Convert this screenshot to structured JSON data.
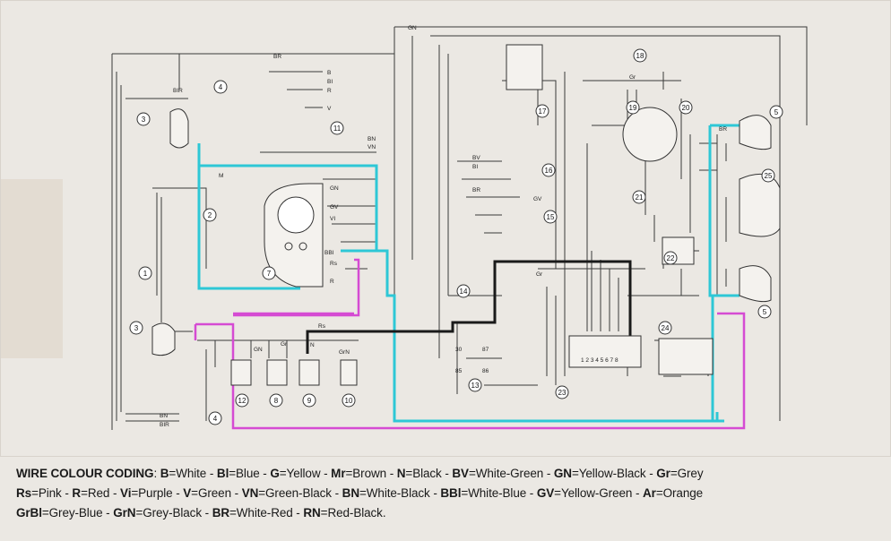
{
  "diagram": {
    "component_numbers": [
      "1",
      "2",
      "3",
      "3",
      "4",
      "4",
      "5",
      "5",
      "7",
      "8",
      "9",
      "10",
      "11",
      "12",
      "13",
      "14",
      "15",
      "16",
      "17",
      "18",
      "19",
      "20",
      "21",
      "22",
      "23",
      "24",
      "25"
    ],
    "wire_labels": [
      "GN",
      "BR",
      "B",
      "BI",
      "R",
      "V",
      "BN",
      "VN",
      "BV",
      "BI",
      "BR",
      "GV",
      "GN",
      "GV",
      "VI",
      "BBI",
      "Rs",
      "R",
      "M",
      "GN",
      "Gr",
      "GrN",
      "N",
      "Rs",
      "BN",
      "BIR",
      "BIR",
      "BR",
      "Gr",
      "Gr"
    ],
    "connector_terminals": "1 2 3 4 5 6 7 8",
    "relay_terminals": [
      "30",
      "87",
      "85",
      "86"
    ],
    "highlight_colors": {
      "cyan": "#2ec7d6",
      "magenta": "#d54bd3",
      "black": "#1a1a1a"
    }
  },
  "legend": {
    "title": "WIRE COLOUR CODING",
    "lines": [
      [
        {
          "code": "B",
          "name": "White"
        },
        {
          "code": "Bl",
          "name": "Blue"
        },
        {
          "code": "G",
          "name": "Yellow"
        },
        {
          "code": "Mr",
          "name": "Brown"
        },
        {
          "code": "N",
          "name": "Black"
        },
        {
          "code": "BV",
          "name": "White-Green"
        },
        {
          "code": "GN",
          "name": "Yellow-Black"
        },
        {
          "code": "Gr",
          "name": "Grey"
        }
      ],
      [
        {
          "code": "Rs",
          "name": "Pink"
        },
        {
          "code": "R",
          "name": "Red"
        },
        {
          "code": "Vi",
          "name": "Purple"
        },
        {
          "code": "V",
          "name": "Green"
        },
        {
          "code": "VN",
          "name": "Green-Black"
        },
        {
          "code": "BN",
          "name": "White-Black"
        },
        {
          "code": "BBl",
          "name": "White-Blue"
        },
        {
          "code": "GV",
          "name": "Yellow-Green"
        },
        {
          "code": "Ar",
          "name": "Orange"
        }
      ],
      [
        {
          "code": "GrBl",
          "name": "Grey-Blue"
        },
        {
          "code": "GrN",
          "name": "Grey-Black"
        },
        {
          "code": "BR",
          "name": "White-Red"
        },
        {
          "code": "RN",
          "name": "Red-Black."
        }
      ]
    ]
  }
}
